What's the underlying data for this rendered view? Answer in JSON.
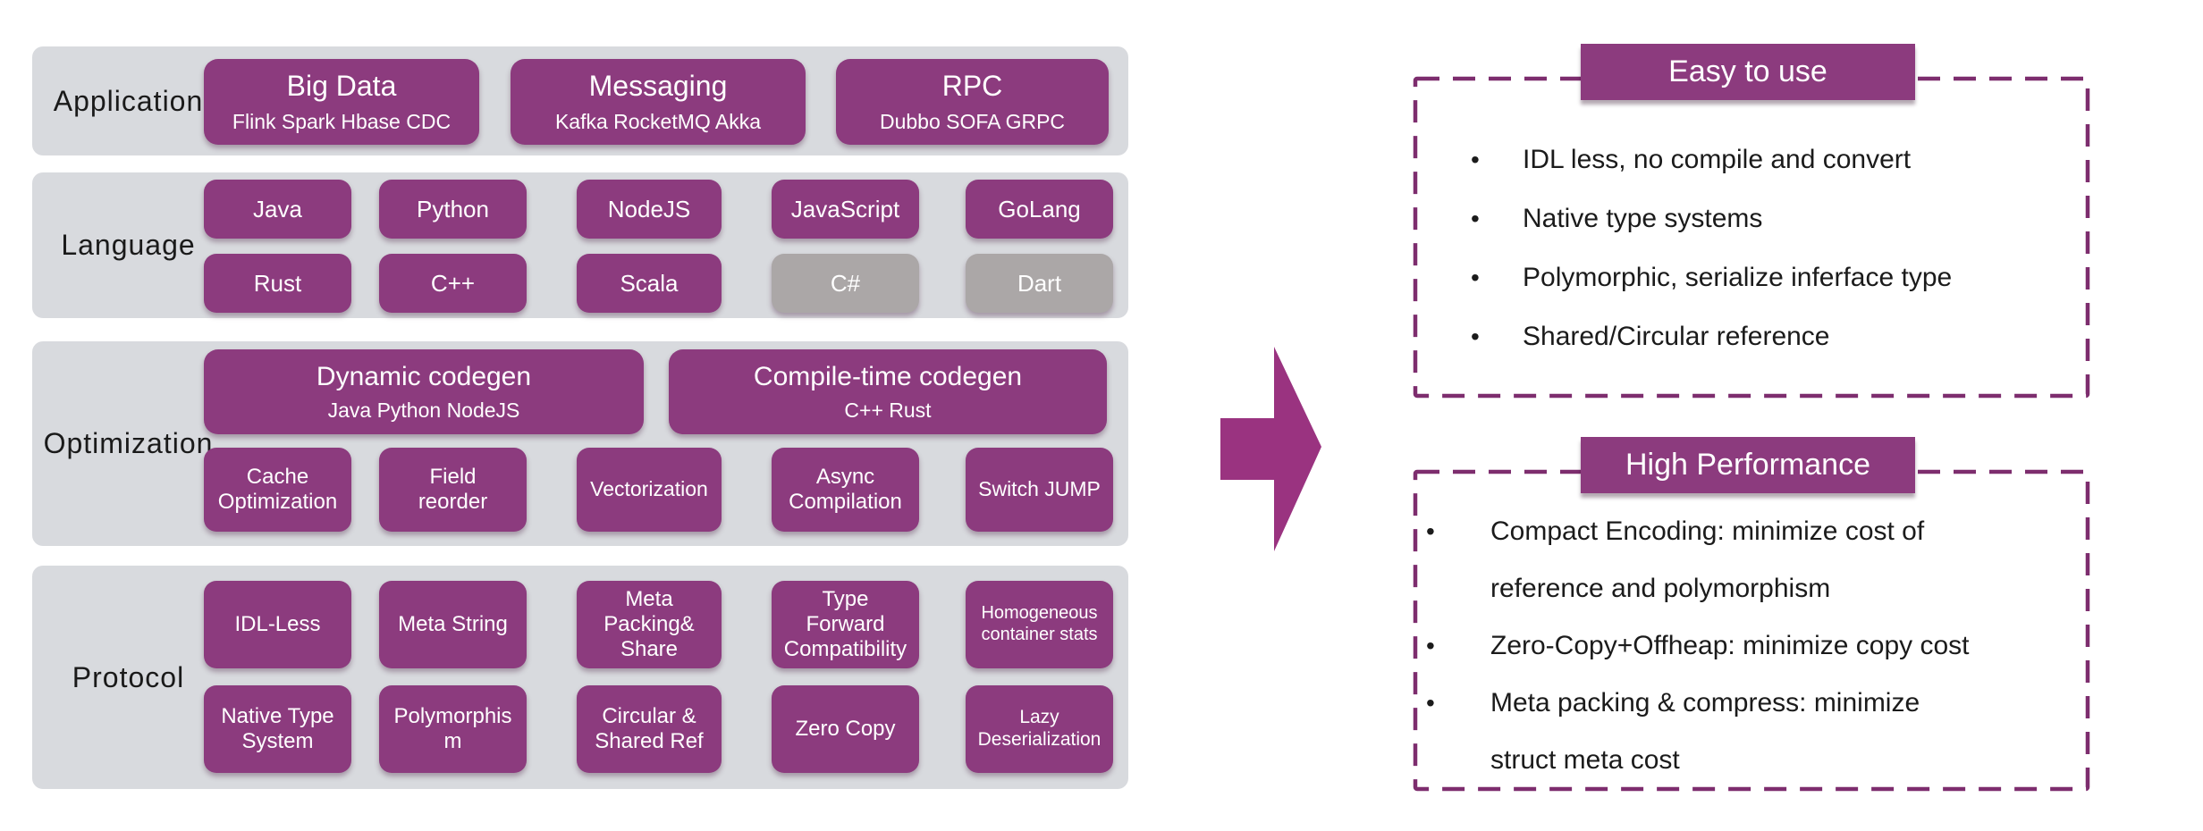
{
  "diagram": {
    "layers": {
      "application": {
        "label": "Application",
        "boxes": {
          "big_data": {
            "title": "Big Data",
            "subtitle": "Flink Spark Hbase CDC"
          },
          "messaging": {
            "title": "Messaging",
            "subtitle": "Kafka RocketMQ Akka"
          },
          "rpc": {
            "title": "RPC",
            "subtitle": "Dubbo SOFA GRPC"
          }
        }
      },
      "language": {
        "label": "Language",
        "boxes": {
          "java": "Java",
          "python": "Python",
          "nodejs": "NodeJS",
          "javascript": "JavaScript",
          "golang": "GoLang",
          "rust": "Rust",
          "cpp": "C++",
          "scala": "Scala",
          "csharp": "C#",
          "dart": "Dart"
        }
      },
      "optimization": {
        "label": "Optimization",
        "boxes": {
          "dynamic_codegen": {
            "title": "Dynamic codegen",
            "subtitle": "Java  Python NodeJS"
          },
          "compile_time_codegen": {
            "title": "Compile-time codegen",
            "subtitle": "C++  Rust"
          },
          "cache_optimization": "Cache\nOptimization",
          "field_reorder": "Field\nreorder",
          "vectorization": "Vectorization",
          "async_compilation": "Async\nCompilation",
          "switch_jump": "Switch JUMP"
        }
      },
      "protocol": {
        "label": "Protocol",
        "boxes": {
          "idl_less": "IDL-Less",
          "meta_string": "Meta String",
          "meta_packing_share": "Meta\nPacking&\nShare",
          "type_forward_compatibility": "Type\nForward\nCompatibility",
          "homogeneous_container_stats": "Homogeneous\ncontainer stats",
          "native_type_system": "Native Type\nSystem",
          "polymorphism": "Polymorphis\nm",
          "circular_shared_ref": "Circular &\nShared Ref",
          "zero_copy": "Zero Copy",
          "lazy_deserialization": "Lazy\nDeserialization"
        }
      }
    },
    "callouts": {
      "easy_to_use": {
        "title": "Easy to use",
        "bullets": [
          "IDL less, no compile and convert",
          "Native type systems",
          "Polymorphic, serialize inferface type",
          "Shared/Circular reference"
        ]
      },
      "high_performance": {
        "title": "High Performance",
        "bullets": [
          "Compact Encoding: minimize cost of\nreference and polymorphism",
          "Zero-Copy+Offheap: minimize copy cost",
          "Meta packing & compress: minimize\nstruct meta cost"
        ]
      }
    },
    "colors": {
      "box_purple": "#8C3B7E",
      "box_gray": "#ABA7A7",
      "row_background": "#D8DADE",
      "dashed_border": "#7D2D6E",
      "arrow": "#9A3380",
      "text_dark": "#1B1B1B",
      "text_light": "#FFFFFF"
    }
  }
}
